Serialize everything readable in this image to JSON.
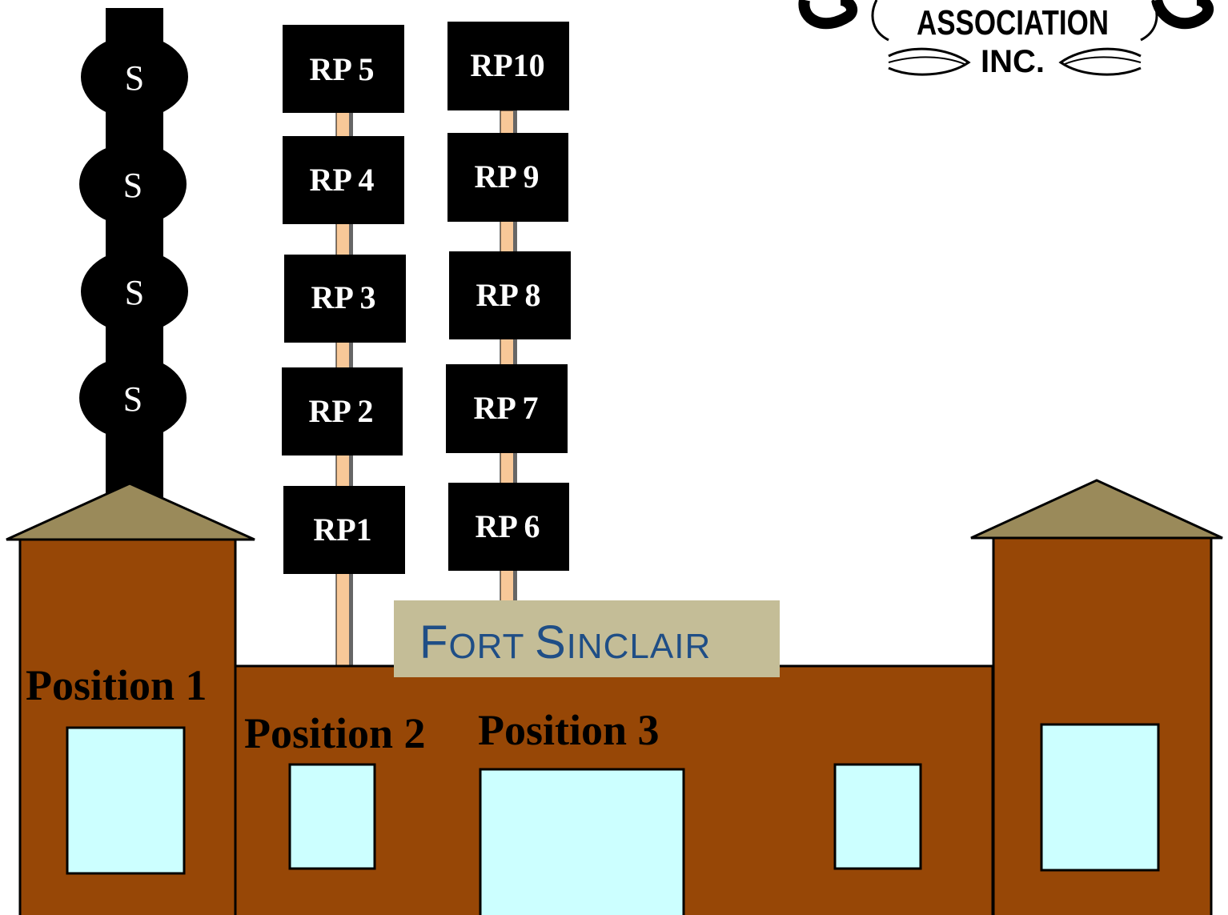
{
  "logo": {
    "line1": "ASSOCIATION",
    "line2": "INC."
  },
  "sign": {
    "first": "Fort",
    "second": "Sinclair"
  },
  "stack_labels": [
    "S",
    "S",
    "S",
    "S"
  ],
  "reading_points": {
    "column_left": [
      "RP 5",
      "RP 4",
      "RP 3",
      "RP 2",
      "RP1"
    ],
    "column_right": [
      "RP10",
      "RP 9",
      "RP 8",
      "RP 7",
      "RP 6"
    ]
  },
  "positions": {
    "p1": "Position 1",
    "p2": "Position 2",
    "p3": "Position 3"
  },
  "colors": {
    "building": "#974706",
    "roof": "#9a8a5a",
    "window": "#ccffff",
    "pole": "#f8c898",
    "sign_bg": "#c4bd97",
    "sign_text": "#1f4e86"
  }
}
